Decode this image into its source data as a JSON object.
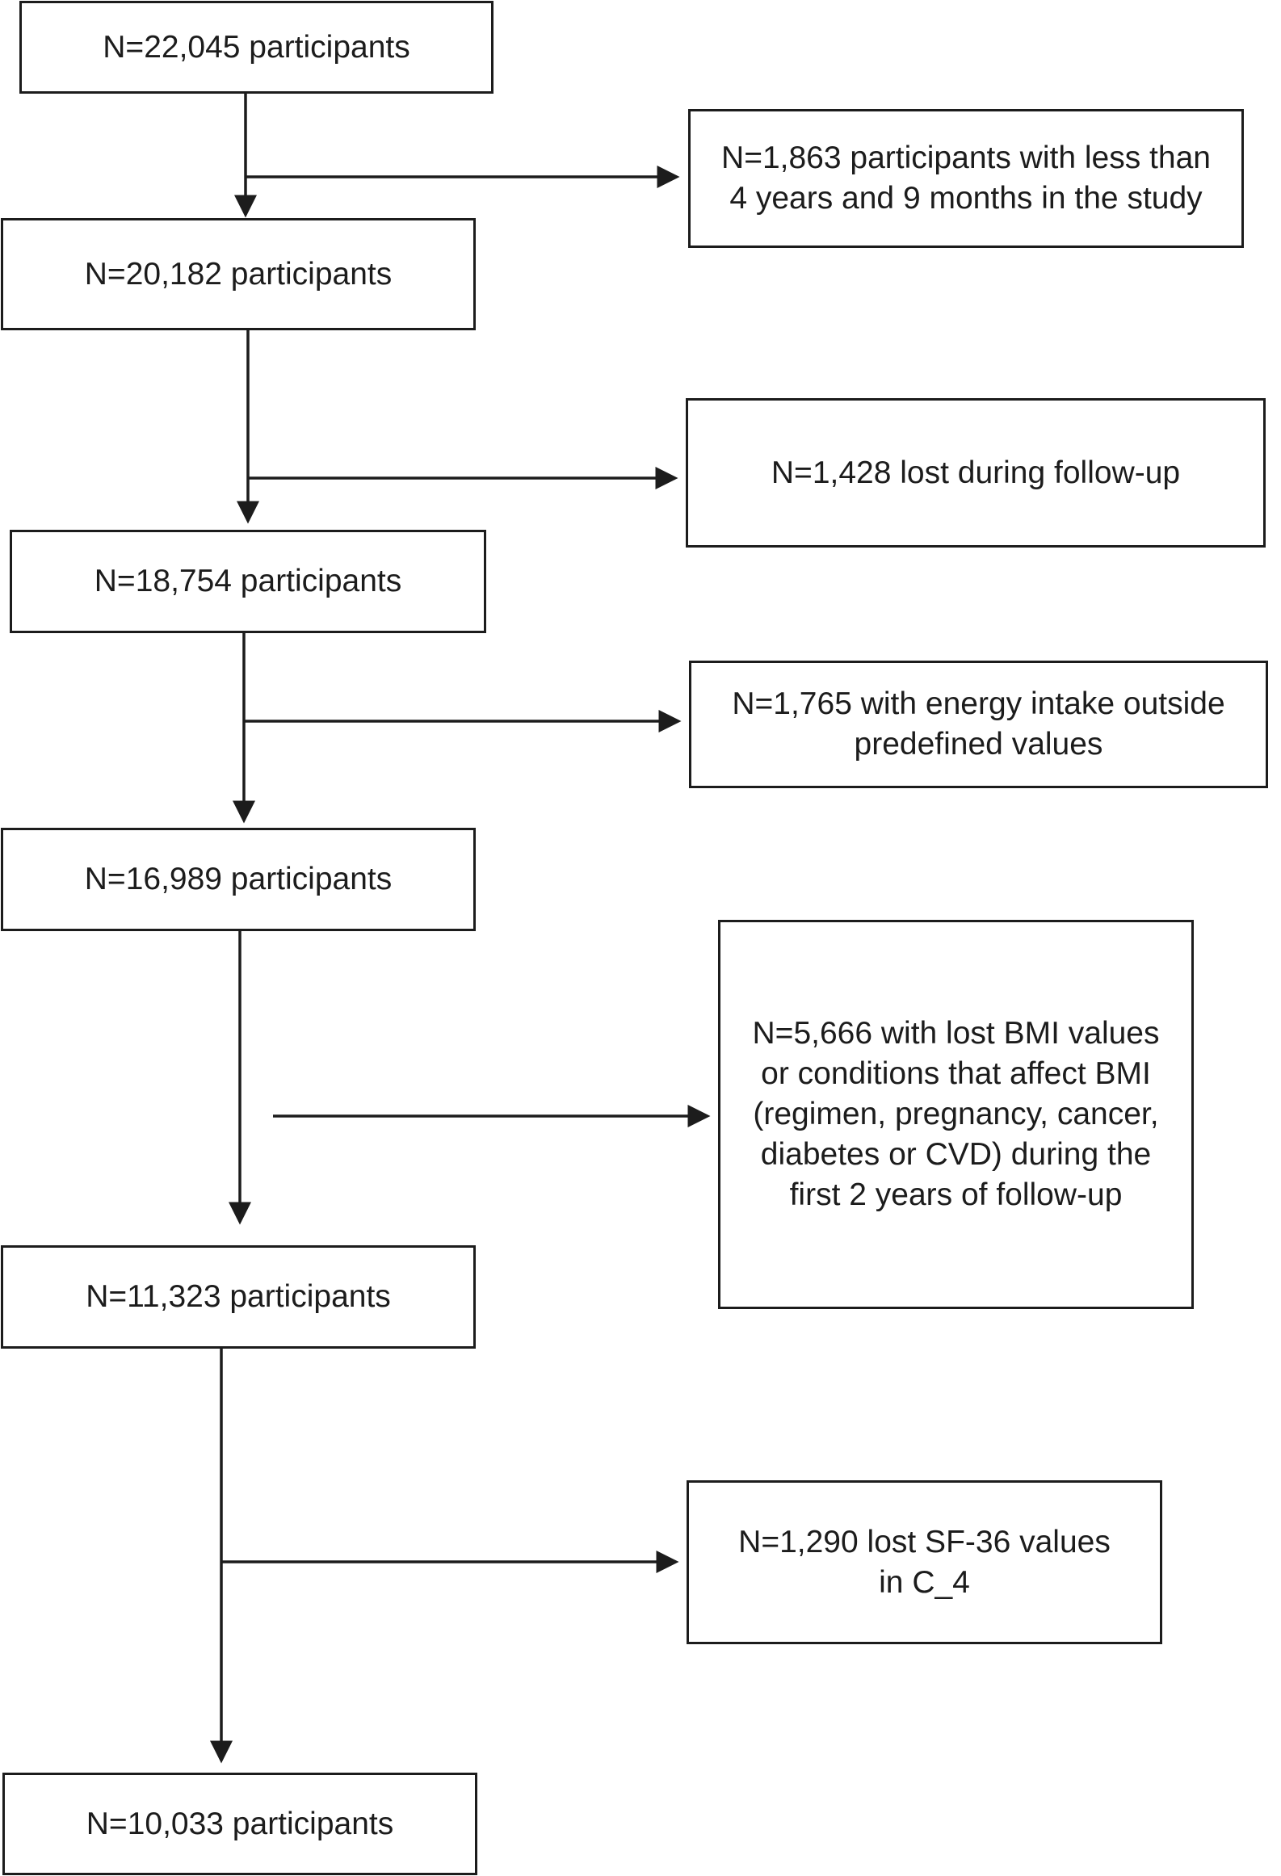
{
  "flowchart": {
    "main_steps": [
      "N=22,045 participants",
      "N=20,182 participants",
      "N=18,754 participants",
      "N=16,989 participants",
      "N=11,323 participants",
      "N=10,033 participants"
    ],
    "exclusions": [
      "N=1,863 participants with less than\n4 years and 9 months in the study",
      "N=1,428 lost during follow-up",
      "N=1,765 with energy intake outside\npredefined values",
      "N=5,666  with lost BMI values\nor conditions that affect BMI\n(regimen, pregnancy, cancer,\ndiabetes or CVD) during the\nfirst 2 years of follow-up",
      "N=1,290 lost SF-36 values\nin C_4"
    ]
  }
}
